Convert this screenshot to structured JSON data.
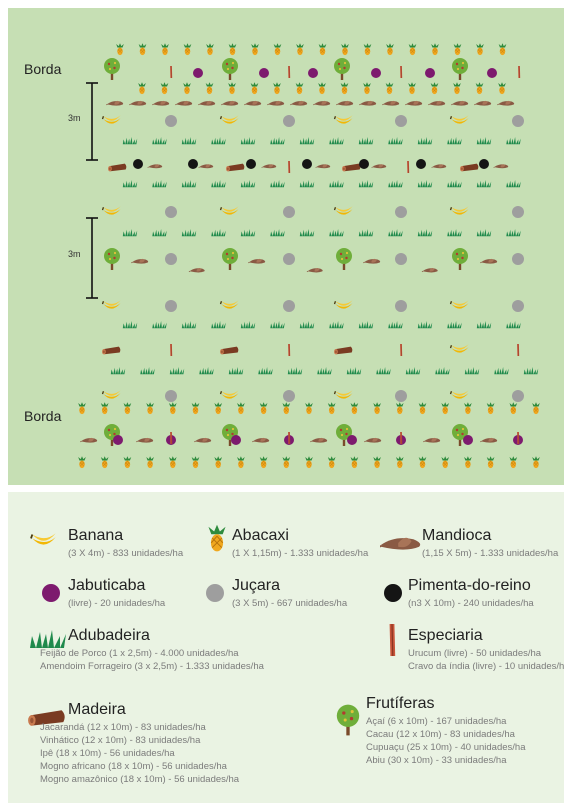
{
  "plot": {
    "edge_top": "Borda",
    "edge_bottom": "Borda",
    "spacing_top": "3m",
    "spacing_mid": "3m"
  },
  "legend": {
    "banana": {
      "name": "Banana",
      "spec": "(3 X 4m) - 833 unidades/ha",
      "icon": "banana-icon"
    },
    "abacaxi": {
      "name": "Abacaxi",
      "spec": "(1 X 1,15m) - 1.333 unidades/ha",
      "icon": "pineapple-icon"
    },
    "mandioca": {
      "name": "Mandioca",
      "spec": "(1,15 X 5m) - 1.333 unidades/ha",
      "icon": "cassava-icon"
    },
    "jabuticaba": {
      "name": "Jabuticaba",
      "spec": "(livre) - 20 unidades/ha",
      "icon": "purple-dot-icon"
    },
    "jucara": {
      "name": "Juçara",
      "spec": "(3 X 5m) - 667 unidades/ha",
      "icon": "gray-dot-icon"
    },
    "pimenta": {
      "name": "Pimenta-do-reino",
      "spec": "(n3 X 10m) - 240 unidades/ha",
      "icon": "black-dot-icon"
    },
    "adubadeira": {
      "name": "Adubadeira",
      "lines": [
        "Feijão de Porco (1 x 2,5m) - 4.000 unidades/ha",
        "Amendoim Forrageiro (3 x 2,5m) - 1.333 unidades/ha"
      ],
      "icon": "grass-icon"
    },
    "especiaria": {
      "name": "Especiaria",
      "lines": [
        "Urucum (livre) - 50 unidades/ha",
        "Cravo da índia (livre) - 10 unidades/ha"
      ],
      "icon": "spice-icon"
    },
    "madeira": {
      "name": "Madeira",
      "lines": [
        "Jacarandá (12 x 10m) - 83 unidades/ha",
        "Vinhático (12 x 10m) - 83 unidades/ha",
        "Ipê (18 x 10m) - 56 unidades/ha",
        "Mogno africano (18 x 10m) - 56 unidades/ha",
        "Mogno amazônico (18 x 10m) - 56 unidades/ha"
      ],
      "icon": "log-icon"
    },
    "frutiferas": {
      "name": "Frutíferas",
      "lines": [
        "Açaí (6 x 10m) - 167 unidades/ha",
        "Cacau (12 x 10m) - 83 unidades/ha",
        "Cupuaçu (25 x 10m) - 40 unidades/ha",
        "Abiu (30 x 10m) - 33 unidades/ha"
      ],
      "icon": "fruit-tree-icon"
    }
  },
  "colors": {
    "field": "#c6dfb4",
    "legend_bg": "#eaf3e3",
    "banana": "#f2b705",
    "pineapple": "#f0a81e",
    "cassava": "#8a5a44",
    "jabuticaba": "#7d1a6e",
    "jucara": "#9e9e9e",
    "pimenta": "#151515",
    "grass": "#1f8a4c",
    "spice": "#c8553a",
    "log": "#7a3b22",
    "tree": "#6fae3a"
  }
}
